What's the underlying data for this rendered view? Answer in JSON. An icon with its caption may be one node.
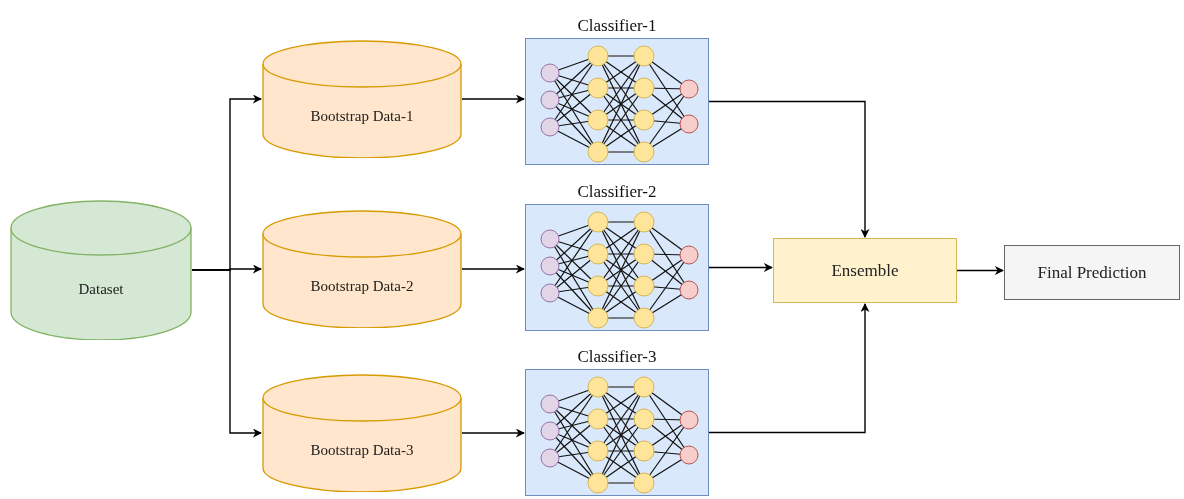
{
  "diagram": {
    "nodes": [
      {
        "text": [
          "Dataset"
        ]
      },
      {
        "text": [
          "Bootstrap Data-1"
        ]
      },
      {
        "text": [
          "Bootstrap Data-2"
        ]
      },
      {
        "text": [
          "Bootstrap Data-3"
        ]
      },
      {
        "text": [
          "Classifier-1"
        ]
      },
      {
        "text": [
          "Classifier-2"
        ]
      },
      {
        "text": [
          "Classifier-3"
        ]
      },
      {
        "text": [
          "Ensemble"
        ]
      },
      {
        "text": [
          "Final Prediction"
        ]
      }
    ],
    "edges": [
      {
        "from": 0,
        "to": 1,
        "arrow": "to"
      },
      {
        "from": 0,
        "to": 2,
        "arrow": "to"
      },
      {
        "from": 0,
        "to": 3,
        "arrow": "to"
      },
      {
        "from": 1,
        "to": 4,
        "arrow": "to"
      },
      {
        "from": 2,
        "to": 5,
        "arrow": "to"
      },
      {
        "from": 3,
        "to": 6,
        "arrow": "to"
      },
      {
        "from": 4,
        "to": 7,
        "arrow": "to"
      },
      {
        "from": 5,
        "to": 7,
        "arrow": "to"
      },
      {
        "from": 6,
        "to": 7,
        "arrow": "to"
      },
      {
        "from": 7,
        "to": 8,
        "arrow": "to"
      }
    ]
  }
}
